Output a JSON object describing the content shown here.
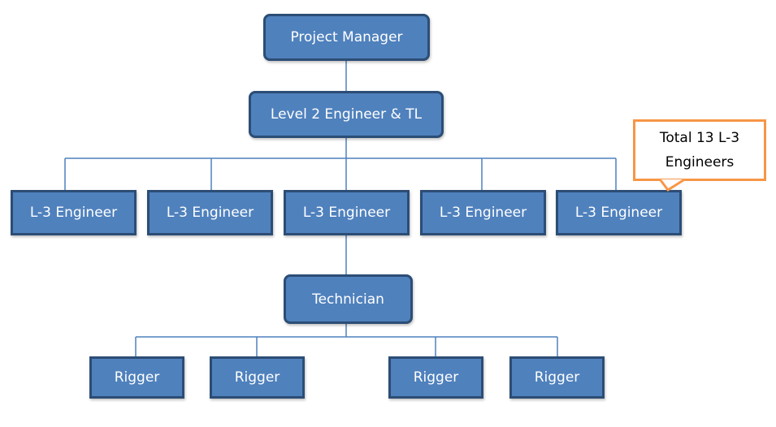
{
  "top": {
    "label": "Project Manager"
  },
  "level2": {
    "label": "Level 2 Engineer & TL"
  },
  "engineers": [
    {
      "label": "L-3 Engineer"
    },
    {
      "label": "L-3 Engineer"
    },
    {
      "label": "L-3 Engineer"
    },
    {
      "label": "L-3 Engineer"
    },
    {
      "label": "L-3 Engineer"
    }
  ],
  "technician": {
    "label": "Technician"
  },
  "riggers": [
    {
      "label": "Rigger"
    },
    {
      "label": "Rigger"
    },
    {
      "label": "Rigger"
    },
    {
      "label": "Rigger"
    }
  ],
  "callout": {
    "text": "Total 13 L-3 Engineers"
  },
  "colors": {
    "node_fill": "#4f81bd",
    "node_border": "#2c4d75",
    "connector": "#4f81bd",
    "callout_border": "#f79646"
  }
}
